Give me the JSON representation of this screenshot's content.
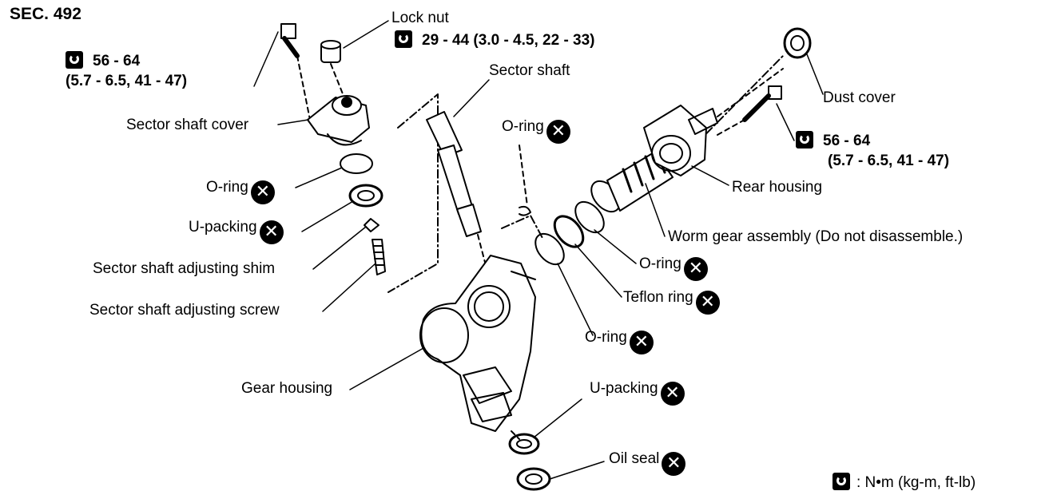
{
  "section": "SEC. 492",
  "torque_specs": {
    "cover_bolt": {
      "line1": "56 - 64",
      "line2": "(5.7 - 6.5, 41 - 47)"
    },
    "lock_nut": {
      "value": "29 - 44 (3.0 - 4.5, 22 - 33)"
    },
    "rear_bolt": {
      "line1": "56 - 64",
      "line2": "(5.7 - 6.5, 41 - 47)"
    }
  },
  "labels": {
    "lock_nut": "Lock nut",
    "sector_shaft": "Sector shaft",
    "sector_shaft_cover": "Sector shaft cover",
    "o_ring_left": "O-ring",
    "u_packing_left": "U-packing",
    "adjusting_shim": "Sector shaft adjusting shim",
    "adjusting_screw": "Sector shaft adjusting screw",
    "gear_housing": "Gear housing",
    "o_ring_top": "O-ring",
    "dust_cover": "Dust cover",
    "rear_housing": "Rear housing",
    "worm_gear": "Worm gear assembly (Do not disassemble.)",
    "o_ring_right": "O-ring",
    "teflon_ring": "Teflon ring",
    "o_ring_mid": "O-ring",
    "u_packing_bottom": "U-packing",
    "oil_seal": "Oil seal"
  },
  "legend": {
    "unit": ": N•m (kg-m, ft-lb)"
  },
  "icons": {
    "torque": "torque-wrench-icon",
    "replace": "do-not-reuse-icon"
  }
}
